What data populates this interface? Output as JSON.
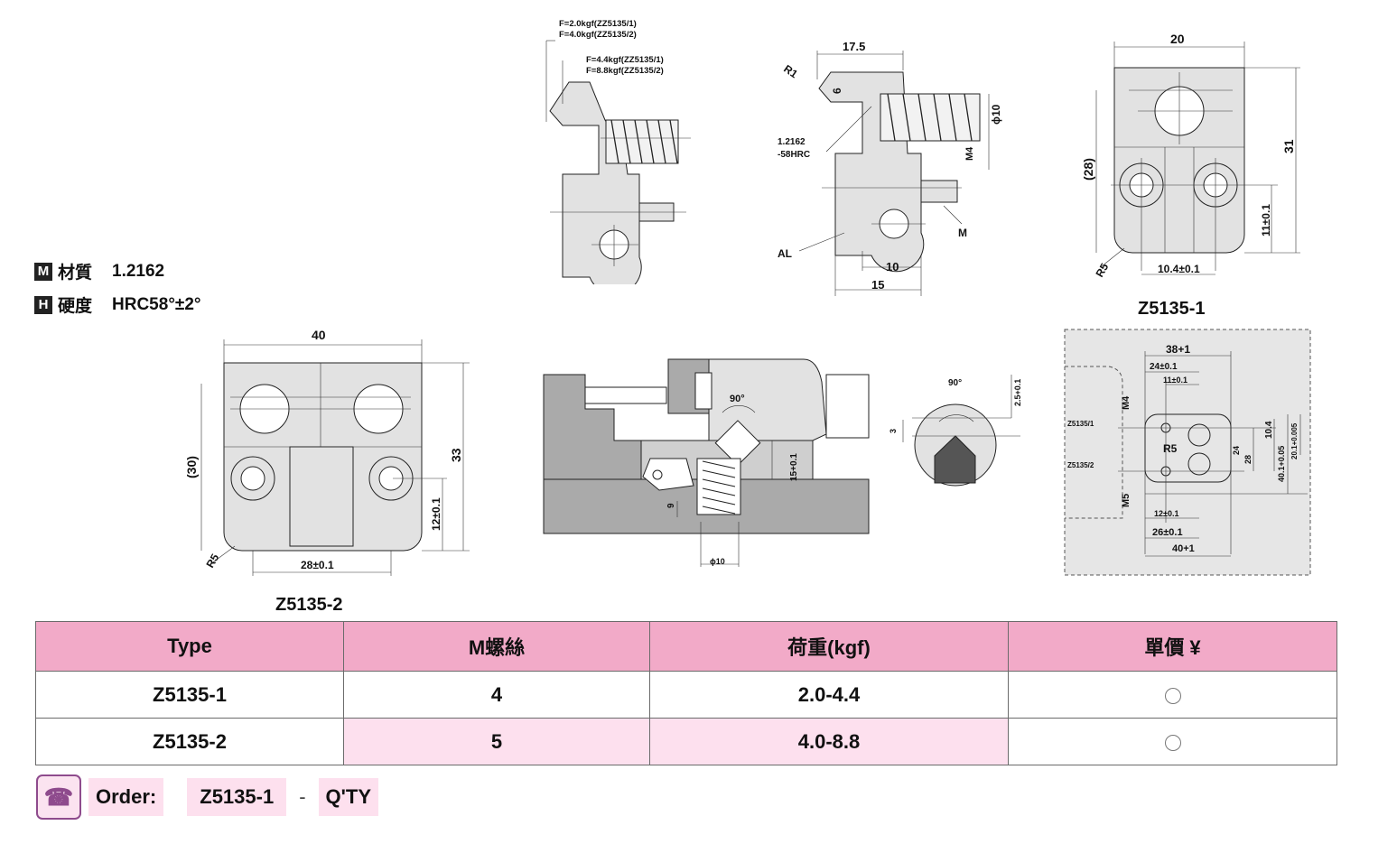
{
  "material": {
    "icon": "M",
    "label": "材質",
    "value": "1.2162"
  },
  "hardness": {
    "icon": "H",
    "label": "硬度",
    "value": "HRC58°±2°"
  },
  "drawings": {
    "side_view": {
      "force1a": "F=2.0kgf(ZZ5135/1)",
      "force1b": "F=4.0kgf(ZZ5135/2)",
      "force2a": "F=4.4kgf(ZZ5135/1)",
      "force2b": "F=8.8kgf(ZZ5135/2)"
    },
    "detail_view": {
      "dim_top": "17.5",
      "r1": "R1",
      "dim_6": "6",
      "phi10": "ϕ10",
      "m4": "M4",
      "mat1": "1.2162",
      "mat2": "-58HRC",
      "m": "M",
      "al": "AL",
      "dim_10": "10",
      "dim_15": "15"
    },
    "z51351": {
      "dim_20": "20",
      "dim_28": "(28)",
      "dim_31": "31",
      "dim_11": "11±0.1",
      "dim_104": "10.4±0.1",
      "r5": "R5",
      "caption": "Z5135-1"
    },
    "z51352": {
      "dim_40": "40",
      "dim_30": "(30)",
      "dim_33": "33",
      "dim_12": "12±0.1",
      "dim_28": "28±0.1",
      "r5": "R5",
      "caption": "Z5135-2"
    },
    "assembly": {
      "angle": "90°",
      "d15": "15+0.1",
      "d9": "9",
      "phi10": "ϕ10"
    },
    "tip": {
      "angle": "90°",
      "d25": "2.5+0.1",
      "d3": "3"
    },
    "layout": {
      "d38": "38+1",
      "d24": "24±0.1",
      "d11": "11±0.1",
      "m4": "M4",
      "z1": "Z5135/1",
      "z2": "Z5135/2",
      "r5": "R5",
      "m5": "M5",
      "d104": "10.4",
      "d24v": "24",
      "d28v": "28",
      "d4010": "40.1+0.05",
      "d201": "20.1+0.005",
      "d12": "12±0.1",
      "d26": "26±0.1",
      "d40": "40+1"
    }
  },
  "table": {
    "headers": [
      "Type",
      "M螺絲",
      "荷重(kgf)",
      "單價 ¥"
    ],
    "rows": [
      {
        "type": "Z5135-1",
        "m": "4",
        "load": "2.0-4.4"
      },
      {
        "type": "Z5135-2",
        "m": "5",
        "load": "4.0-8.8"
      }
    ]
  },
  "order": {
    "icon": "phone-icon",
    "label": "Order:",
    "code": "Z5135-1",
    "sep": "-",
    "qty": "Q'TY"
  }
}
